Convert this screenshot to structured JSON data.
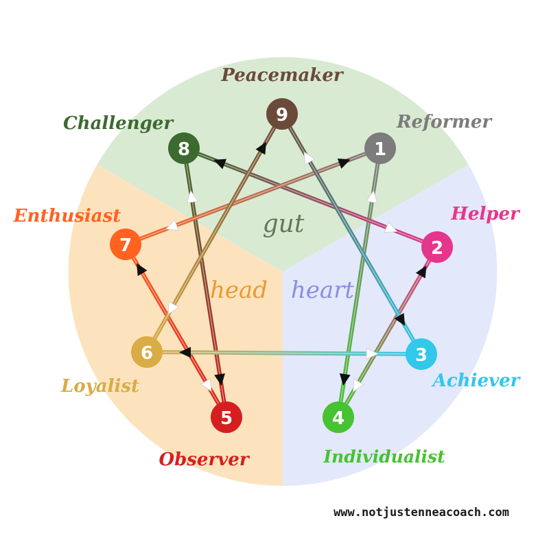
{
  "center_words": {
    "gut": "gut",
    "head": "head",
    "heart": "heart"
  },
  "colors": {
    "gut_sector": "#d9ead3",
    "head_sector": "#fde3bd",
    "heart_sector": "#e3e8fb",
    "gut_text": "#5d7a5a",
    "head_text": "#e99a33",
    "heart_text": "#8a8fe0"
  },
  "types": [
    {
      "number": "1",
      "name": "Reformer",
      "color": "#7c7c7c",
      "label_color": "#7c7c7c"
    },
    {
      "number": "2",
      "name": "Helper",
      "color": "#e5368d",
      "label_color": "#e5368d"
    },
    {
      "number": "3",
      "name": "Achiever",
      "color": "#31c8ea",
      "label_color": "#31c8ea"
    },
    {
      "number": "4",
      "name": "Individualist",
      "color": "#47c232",
      "label_color": "#47c232"
    },
    {
      "number": "5",
      "name": "Observer",
      "color": "#d51f1f",
      "label_color": "#d51f1f"
    },
    {
      "number": "6",
      "name": "Loyalist",
      "color": "#d9ac45",
      "label_color": "#d9ac45"
    },
    {
      "number": "7",
      "name": "Enthusiast",
      "color": "#ff6221",
      "label_color": "#ff6221"
    },
    {
      "number": "8",
      "name": "Challenger",
      "color": "#3c6a2f",
      "label_color": "#3c6a2f"
    },
    {
      "number": "9",
      "name": "Peacemaker",
      "color": "#6b4a3a",
      "label_color": "#6b4a3a"
    }
  ],
  "website": "www.notjustenneacoach.com"
}
